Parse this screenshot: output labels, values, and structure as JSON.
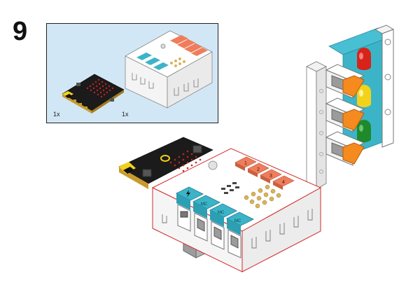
{
  "step": {
    "number": "9"
  },
  "parts_list": {
    "items": [
      {
        "part": "micro:bit board",
        "quantity": "1x"
      },
      {
        "part": "expansion board",
        "quantity": "1x"
      }
    ]
  },
  "expansion_board": {
    "port_labels": [
      "1",
      "2",
      "3",
      "4"
    ],
    "connector_label": "MC"
  },
  "colors": {
    "parts_box_background": "#d2e7f6",
    "port_orange": "#ef7d5b",
    "connector_teal": "#3cb4c8",
    "microbit_black": "#1b1b1b",
    "microbit_gold": "#c89b2e",
    "led_red": "#d8231a",
    "led_yellow": "#f2d21b",
    "led_green": "#1f8a2a",
    "light_module_orange": "#f58a1f"
  },
  "icons": [
    "lightning-icon",
    "speaker-icon",
    "traffic-light-module-icon"
  ]
}
